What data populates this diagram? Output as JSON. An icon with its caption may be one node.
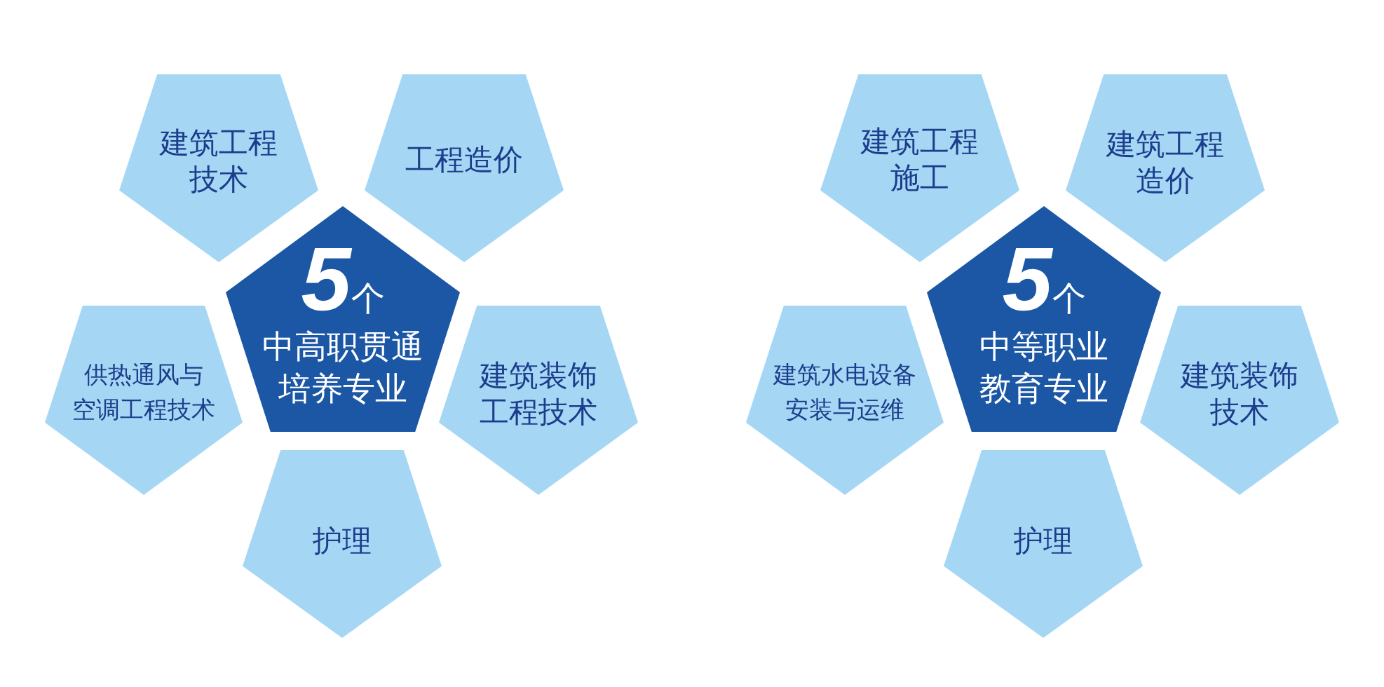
{
  "diagram": {
    "nodes": [
      {
        "text": [
          "建筑工程技术"
        ]
      },
      {
        "text": [
          "工程造价"
        ]
      },
      {
        "text": [
          "5个",
          "中高职贯通培养专业"
        ]
      },
      {
        "text": [
          "供热通风与空调工程技术"
        ]
      },
      {
        "text": [
          "建筑装饰工程技术"
        ]
      },
      {
        "text": [
          "护理"
        ]
      },
      {
        "text": [
          "建筑工程施工"
        ]
      },
      {
        "text": [
          "建筑工程造价"
        ]
      },
      {
        "text": [
          "5个",
          "中等职业教育专业"
        ]
      },
      {
        "text": [
          "建筑水电设备安装与运维"
        ]
      },
      {
        "text": [
          "建筑装饰技术"
        ]
      },
      {
        "text": [
          "护理"
        ]
      }
    ]
  }
}
